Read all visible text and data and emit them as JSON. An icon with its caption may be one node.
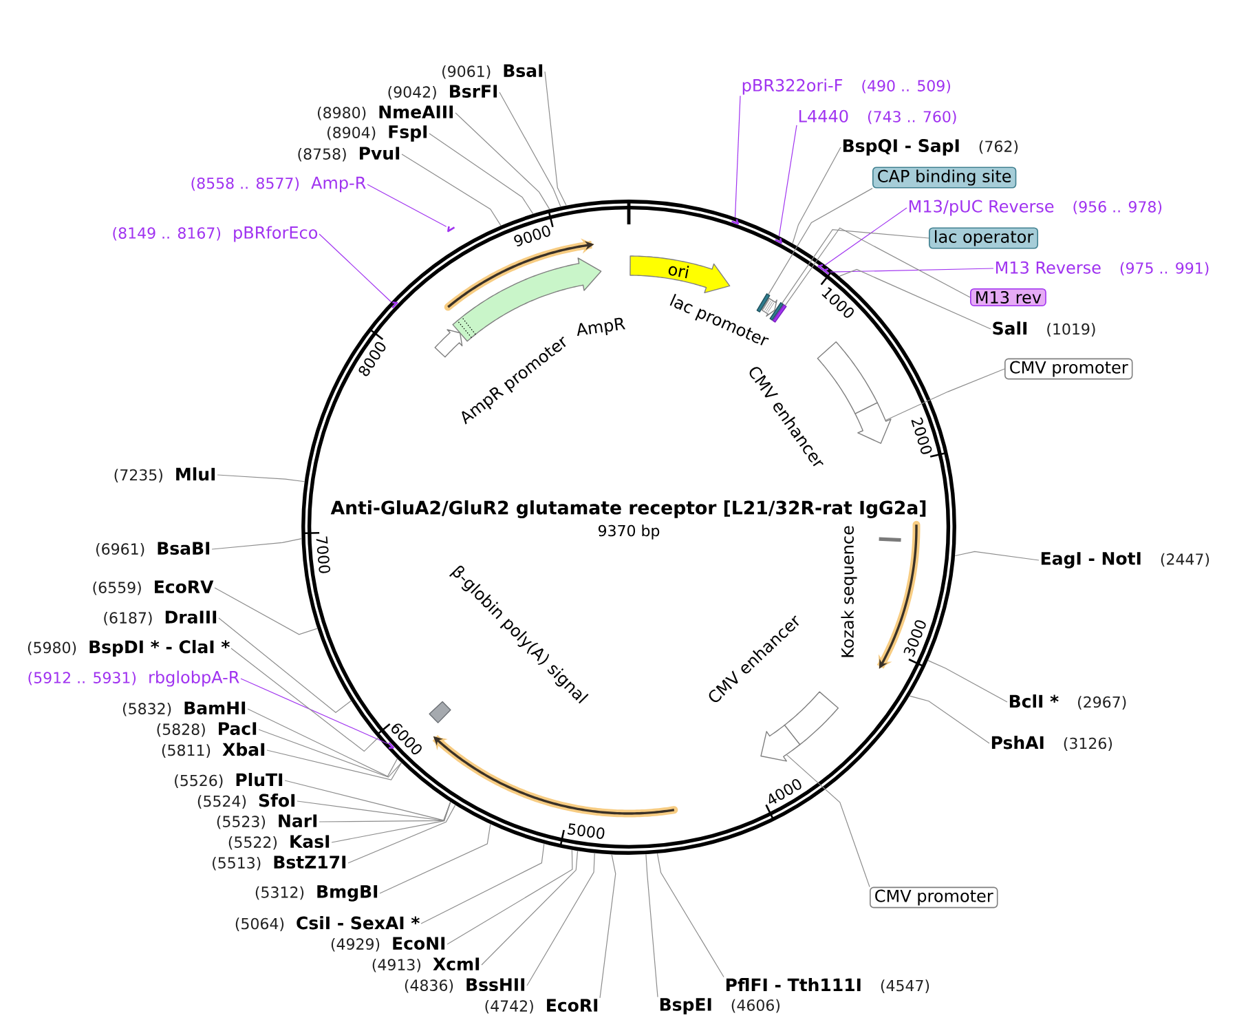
{
  "diagram": {
    "nodes": [
      {
        "text": [
          "Anti-GluA2/GluR2 glutamate receptor [L21/32R-rat IgG2a]",
          "9370 bp"
        ]
      },
      {
        "text": [
          "ori"
        ],
        "in": 0
      },
      {
        "text": [],
        "shape": "bar",
        "in": 0
      },
      {
        "text": [
          "lac promoter"
        ],
        "in": 0
      },
      {
        "text": [],
        "shape": "bar",
        "in": 0
      },
      {
        "text": [],
        "shape": "bar",
        "in": 0
      },
      {
        "text": [
          "CMV enhancer"
        ],
        "in": 0
      },
      {
        "text": [],
        "shape": "arrow",
        "in": 0
      },
      {
        "text": [],
        "shape": "arrow",
        "in": 0
      },
      {
        "text": [
          "Kozak sequence"
        ],
        "in": 0
      },
      {
        "text": [
          "CMV enhancer"
        ],
        "in": 0
      },
      {
        "text": [],
        "shape": "arrow",
        "in": 0
      },
      {
        "text": [],
        "shape": "arrow",
        "in": 0
      },
      {
        "text": [
          "β-globin poly(A) signal"
        ],
        "in": 0
      },
      {
        "text": [
          "AmpR promoter"
        ],
        "in": 0
      },
      {
        "text": [
          "AmpR"
        ],
        "in": 0
      },
      {
        "text": [],
        "shape": "arrow",
        "in": 0
      },
      {
        "text": [
          "pBR322ori-F",
          "(490 .. 509)"
        ]
      },
      {
        "text": [],
        "shape": "arrow",
        "in": 0
      },
      {
        "text": [
          "L4440",
          "(743 .. 760)"
        ]
      },
      {
        "text": [],
        "shape": "arrow",
        "in": 0
      },
      {
        "text": [
          "BspQI - SapI",
          "(762)"
        ]
      },
      {
        "text": [
          "CAP binding site"
        ]
      },
      {
        "text": [
          "M13/pUC Reverse",
          "(956 .. 978)"
        ]
      },
      {
        "text": [],
        "shape": "arrow",
        "in": 0
      },
      {
        "text": [
          "lac operator"
        ]
      },
      {
        "text": [
          "M13 Reverse",
          "(975 .. 991)"
        ]
      },
      {
        "text": [],
        "shape": "arrow",
        "in": 0
      },
      {
        "text": [
          "M13 rev"
        ]
      },
      {
        "text": [
          "SalI",
          "(1019)"
        ]
      },
      {
        "text": [
          "CMV promoter"
        ]
      },
      {
        "text": [
          "EagI - NotI",
          "(2447)"
        ]
      },
      {
        "text": [
          "BclI *",
          "(2967)"
        ]
      },
      {
        "text": [
          "PshAI",
          "(3126)"
        ]
      },
      {
        "text": [
          "CMV promoter"
        ]
      },
      {
        "text": [
          "PflFI - Tth111I",
          "(4547)"
        ]
      },
      {
        "text": [
          "BspEI",
          "(4606)"
        ]
      },
      {
        "text": [
          "(4742)",
          "EcoRI"
        ]
      },
      {
        "text": [
          "(4836)",
          "BssHII"
        ]
      },
      {
        "text": [
          "(4913)",
          "XcmI"
        ]
      },
      {
        "text": [
          "(4929)",
          "EcoNI"
        ]
      },
      {
        "text": [
          "(5064)",
          "CsiI - SexAI *"
        ]
      },
      {
        "text": [
          "(5312)",
          "BmgBI"
        ]
      },
      {
        "text": [
          "(5513)",
          "BstZ17I"
        ]
      },
      {
        "text": [
          "(5522)",
          "KasI"
        ]
      },
      {
        "text": [
          "(5523)",
          "NarI"
        ]
      },
      {
        "text": [
          "(5524)",
          "SfoI"
        ]
      },
      {
        "text": [
          "(5526)",
          "PluTI"
        ]
      },
      {
        "text": [
          "(5811)",
          "XbaI"
        ]
      },
      {
        "text": [
          "(5828)",
          "PacI"
        ]
      },
      {
        "text": [
          "(5832)",
          "BamHI"
        ]
      },
      {
        "text": [
          "(5912 .. 5931)",
          "rbglobpA-R"
        ]
      },
      {
        "text": [],
        "shape": "arrow",
        "in": 0
      },
      {
        "text": [
          "(5980)",
          "BspDI * - ClaI *"
        ]
      },
      {
        "text": [
          "(6187)",
          "DraIII"
        ]
      },
      {
        "text": [
          "(6559)",
          "EcoRV"
        ]
      },
      {
        "text": [
          "(6961)",
          "BsaBI"
        ]
      },
      {
        "text": [
          "(7235)",
          "MluI"
        ]
      },
      {
        "text": [
          "(8149 .. 8167)",
          "pBRforEco"
        ]
      },
      {
        "text": [],
        "shape": "arrow",
        "in": 0
      },
      {
        "text": [
          "(8558 .. 8577)",
          "Amp-R"
        ]
      },
      {
        "text": [],
        "shape": "arrow",
        "in": 0
      },
      {
        "text": [
          "(8758)",
          "PvuI"
        ]
      },
      {
        "text": [
          "(8904)",
          "FspI"
        ]
      },
      {
        "text": [
          "(8980)",
          "NmeAIII"
        ]
      },
      {
        "text": [
          "(9042)",
          "BsrFI"
        ]
      },
      {
        "text": [
          "(9061)",
          "BsaI"
        ]
      }
    ],
    "edges": [
      {
        "from": 17,
        "to": 18,
        "arrow": "none",
        "color": "#a033f0"
      },
      {
        "from": 19,
        "to": 20,
        "arrow": "none",
        "color": "#a033f0"
      },
      {
        "from": 21,
        "to": 0,
        "arrow": "none"
      },
      {
        "from": 22,
        "to": 2,
        "arrow": "none"
      },
      {
        "from": 23,
        "to": 24,
        "arrow": "none",
        "color": "#a033f0"
      },
      {
        "from": 25,
        "to": 4,
        "arrow": "none"
      },
      {
        "from": 26,
        "to": 27,
        "arrow": "none",
        "color": "#a033f0"
      },
      {
        "from": 28,
        "to": 5,
        "arrow": "none"
      },
      {
        "from": 29,
        "to": 0,
        "arrow": "none"
      },
      {
        "from": 30,
        "to": 7,
        "arrow": "none"
      },
      {
        "from": 31,
        "to": 0,
        "arrow": "none"
      },
      {
        "from": 32,
        "to": 0,
        "arrow": "none"
      },
      {
        "from": 33,
        "to": 0,
        "arrow": "none"
      },
      {
        "from": 34,
        "to": 11,
        "arrow": "none"
      },
      {
        "from": 35,
        "to": 0,
        "arrow": "none"
      },
      {
        "from": 36,
        "to": 0,
        "arrow": "none"
      },
      {
        "from": 37,
        "to": 0,
        "arrow": "none"
      },
      {
        "from": 38,
        "to": 0,
        "arrow": "none"
      },
      {
        "from": 39,
        "to": 0,
        "arrow": "none"
      },
      {
        "from": 40,
        "to": 0,
        "arrow": "none"
      },
      {
        "from": 41,
        "to": 0,
        "arrow": "none"
      },
      {
        "from": 42,
        "to": 0,
        "arrow": "none"
      },
      {
        "from": 43,
        "to": 0,
        "arrow": "none"
      },
      {
        "from": 44,
        "to": 0,
        "arrow": "none"
      },
      {
        "from": 45,
        "to": 0,
        "arrow": "none"
      },
      {
        "from": 46,
        "to": 0,
        "arrow": "none"
      },
      {
        "from": 47,
        "to": 0,
        "arrow": "none"
      },
      {
        "from": 48,
        "to": 0,
        "arrow": "none"
      },
      {
        "from": 49,
        "to": 0,
        "arrow": "none"
      },
      {
        "from": 50,
        "to": 0,
        "arrow": "none"
      },
      {
        "from": 51,
        "to": 52,
        "arrow": "none",
        "color": "#a033f0"
      },
      {
        "from": 53,
        "to": 0,
        "arrow": "none"
      },
      {
        "from": 54,
        "to": 0,
        "arrow": "none"
      },
      {
        "from": 55,
        "to": 0,
        "arrow": "none"
      },
      {
        "from": 56,
        "to": 0,
        "arrow": "none"
      },
      {
        "from": 57,
        "to": 0,
        "arrow": "none"
      },
      {
        "from": 58,
        "to": 59,
        "arrow": "none",
        "color": "#a033f0"
      },
      {
        "from": 60,
        "to": 61,
        "arrow": "none",
        "color": "#a033f0"
      },
      {
        "from": 62,
        "to": 0,
        "arrow": "none"
      },
      {
        "from": 63,
        "to": 0,
        "arrow": "none"
      },
      {
        "from": 64,
        "to": 0,
        "arrow": "none"
      },
      {
        "from": 65,
        "to": 0,
        "arrow": "none"
      },
      {
        "from": 66,
        "to": 0,
        "arrow": "none"
      }
    ],
    "labels": [
      "1000",
      "2000",
      "3000",
      "4000",
      "5000",
      "6000",
      "7000",
      "8000",
      "9000"
    ]
  }
}
